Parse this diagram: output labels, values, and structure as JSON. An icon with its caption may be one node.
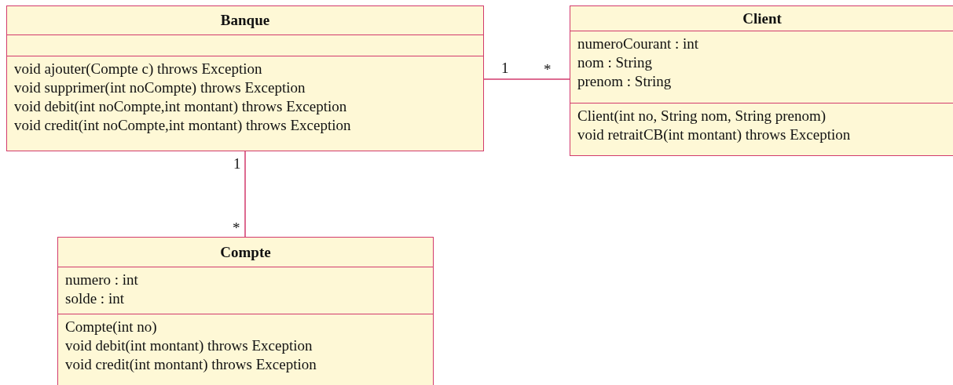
{
  "diagram": {
    "nodes": [
      {
        "text": [
          "Banque",
          "void ajouter(Compte c) throws Exception",
          "void supprimer(int noCompte) throws Exception",
          "void debit(int noCompte,int montant) throws Exception",
          "void credit(int noCompte,int montant) throws Exception"
        ]
      },
      {
        "text": [
          "Client",
          "numeroCourant : int",
          "nom : String",
          "prenom : String",
          "Client(int no, String nom, String prenom)",
          "void retraitCB(int montant) throws Exception"
        ]
      },
      {
        "text": [
          "Compte",
          "numero : int",
          "solde : int",
          "Compte(int no)",
          "void debit(int montant) throws Exception",
          "void credit(int montant) throws Exception"
        ]
      }
    ],
    "edges": [
      {
        "from": 0,
        "to": 1,
        "arrow": "none"
      },
      {
        "from": 0,
        "to": 2,
        "arrow": "none"
      }
    ],
    "labels": [
      "1",
      "*",
      "1",
      "*"
    ]
  }
}
